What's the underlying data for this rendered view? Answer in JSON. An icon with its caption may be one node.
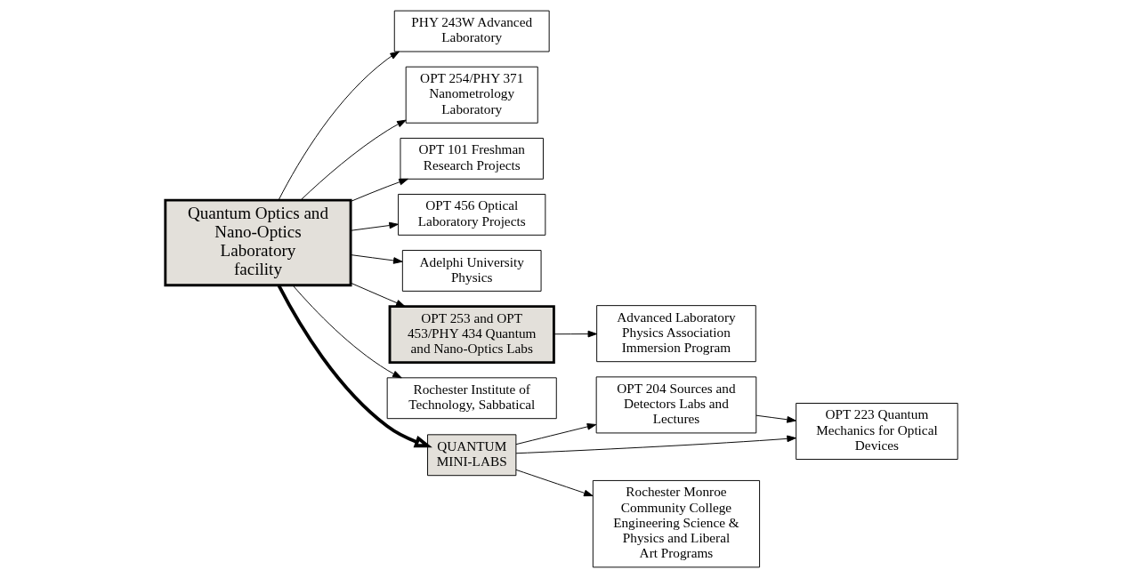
{
  "diagram": {
    "nodes": [
      {
        "text": [
          "Quantum Optics and Nano-Optics Laboratory facility"
        ]
      },
      {
        "text": [
          "PHY 243W Advanced Laboratory"
        ]
      },
      {
        "text": [
          "OPT 254/PHY 371 Nanometrology Laboratory"
        ]
      },
      {
        "text": [
          "OPT 101 Freshman Research Projects"
        ]
      },
      {
        "text": [
          "OPT 456 Optical Laboratory Projects"
        ]
      },
      {
        "text": [
          "Adelphi University Physics"
        ]
      },
      {
        "text": [
          "OPT 253 and OPT 453/PHY 434 Quantum and Nano-Optics Labs"
        ]
      },
      {
        "text": [
          "Rochester Institute of Technology, Sabbatical"
        ]
      },
      {
        "text": [
          "Advanced Laboratory Physics Association Immersion Program"
        ]
      },
      {
        "text": [
          "QUANTUM MINI-LABS"
        ]
      },
      {
        "text": [
          "OPT 204 Sources and Detectors Labs and Lectures"
        ]
      },
      {
        "text": [
          "OPT 223 Quantum Mechanics for Optical Devices"
        ]
      },
      {
        "text": [
          "Rochester Monroe Community College Engineering Science & Physics and Liberal Art Programs"
        ]
      }
    ],
    "edges": [
      {
        "from": 0,
        "to": 1,
        "arrow": "to"
      },
      {
        "from": 0,
        "to": 2,
        "arrow": "to"
      },
      {
        "from": 0,
        "to": 3,
        "arrow": "to"
      },
      {
        "from": 0,
        "to": 4,
        "arrow": "to"
      },
      {
        "from": 0,
        "to": 5,
        "arrow": "to"
      },
      {
        "from": 0,
        "to": 6,
        "arrow": "to"
      },
      {
        "from": 0,
        "to": 7,
        "arrow": "to"
      },
      {
        "from": 0,
        "to": 9,
        "arrow": "to",
        "style": "thick"
      },
      {
        "from": 6,
        "to": 8,
        "arrow": "to"
      },
      {
        "from": 9,
        "to": 10,
        "arrow": "to"
      },
      {
        "from": 9,
        "to": 11,
        "arrow": "to"
      },
      {
        "from": 9,
        "to": 12,
        "arrow": "to"
      },
      {
        "from": 10,
        "to": 11,
        "arrow": "to"
      }
    ]
  }
}
